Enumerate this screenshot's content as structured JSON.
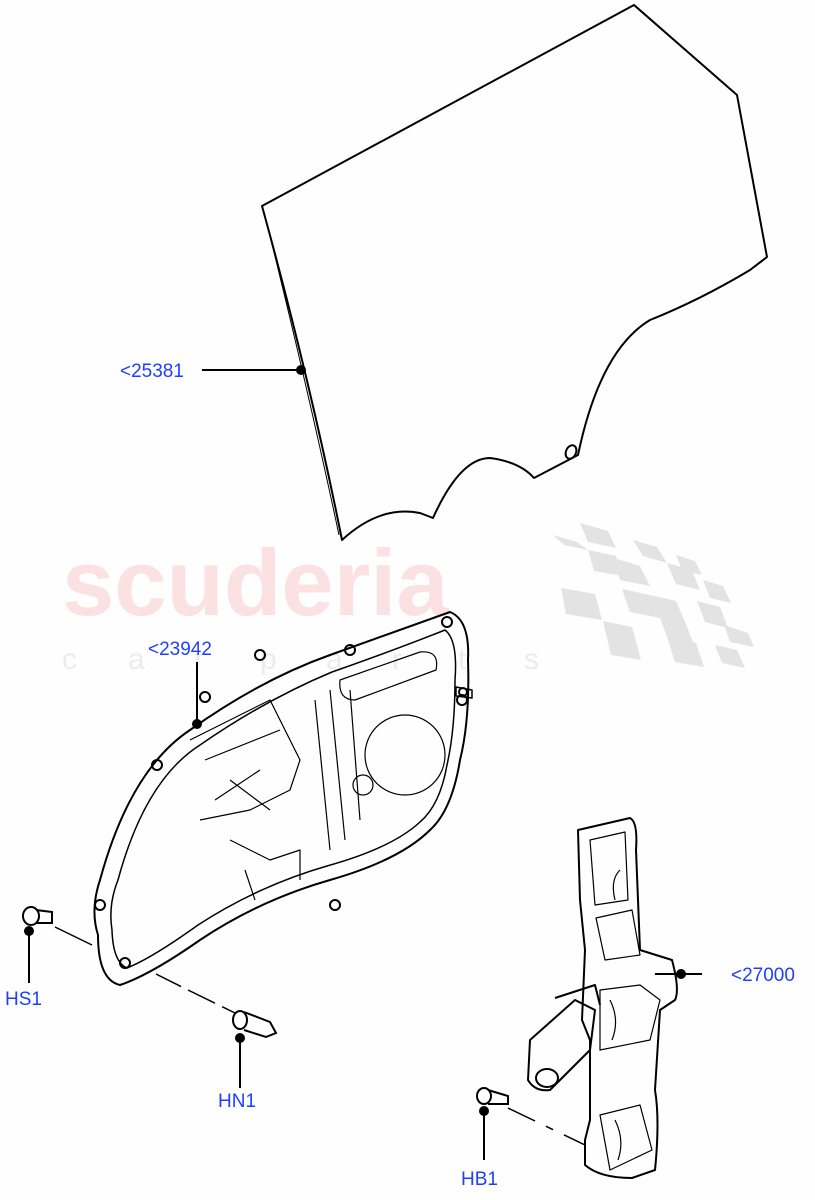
{
  "watermark": {
    "brand": "scuderia",
    "sub_letters": [
      "c",
      "a",
      "r",
      "p",
      "a",
      "r",
      "t",
      "s"
    ],
    "brand_color": "#fbe1e2",
    "sub_color": "#ececec",
    "checker_color": "#e3e3e3"
  },
  "callouts": [
    {
      "id": "glass",
      "label": "<25381",
      "part": "door-glass"
    },
    {
      "id": "panel",
      "label": "<23942",
      "part": "door-module-panel"
    },
    {
      "id": "regulator",
      "label": "<27000",
      "part": "window-regulator-motor"
    },
    {
      "id": "hs1",
      "label": "HS1",
      "part": "screw"
    },
    {
      "id": "hn1",
      "label": "HN1",
      "part": "nut-clip"
    },
    {
      "id": "hb1",
      "label": "HB1",
      "part": "bolt"
    }
  ],
  "colors": {
    "callout_text": "#1f3fff",
    "line_art": "#000000",
    "background": "#fdfefd"
  }
}
